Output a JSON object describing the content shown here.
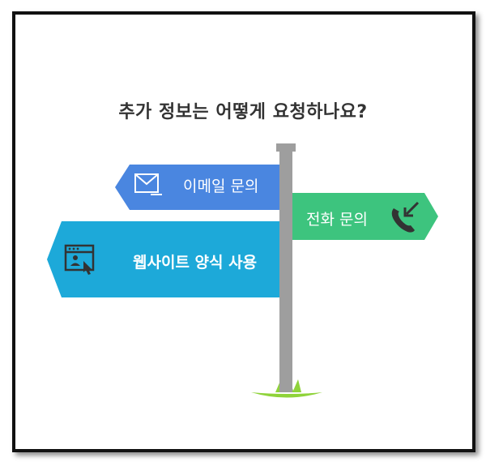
{
  "title": "추가 정보는 어떻게 요청하나요?",
  "signs": {
    "email": {
      "label": "이메일 문의",
      "icon": "envelope-icon",
      "color": "#4a86e0"
    },
    "phone": {
      "label": "전화 문의",
      "icon": "phone-incoming-icon",
      "color": "#3dc47e"
    },
    "website": {
      "label": "웹사이트 양식 사용",
      "icon": "web-form-icon",
      "color": "#1da9d9"
    }
  },
  "colors": {
    "post": "#9e9e9e",
    "grass": "#8fd33a",
    "frame": "#111111"
  }
}
